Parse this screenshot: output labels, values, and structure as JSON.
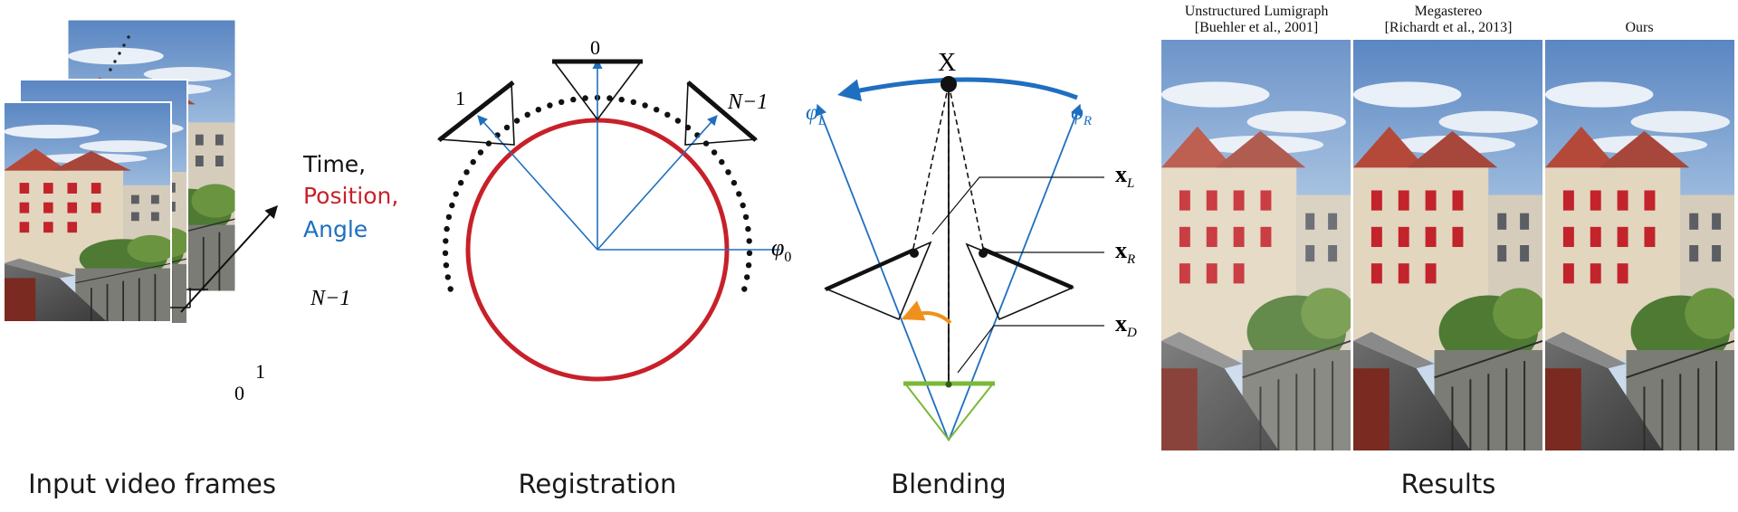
{
  "captions": {
    "input": "Input video frames",
    "registration": "Registration",
    "blending": "Blending",
    "results": "Results"
  },
  "input_panel": {
    "axis_words": [
      "Time,",
      "Position,",
      "Angle"
    ],
    "axis_colors": [
      "#111111",
      "#c8202a",
      "#1f6fc0"
    ],
    "frame_labels": {
      "first": "0",
      "second": "1",
      "last": "N−1"
    }
  },
  "registration": {
    "cam_top": "0",
    "cam_left": "1",
    "cam_right": "N−1",
    "angle_sym": "φ",
    "angle_sub": "0",
    "colors": {
      "circle": "#c8202a",
      "rays": "#1f6fc0",
      "dots": "#111111"
    }
  },
  "blending": {
    "point": "X",
    "phi": "φ",
    "phi_left_sub": "L",
    "phi_right_sub": "R",
    "x_bold": "x",
    "x_left_sub": "L",
    "x_right_sub": "R",
    "x_desired_sub": "D",
    "colors": {
      "arc": "#1f6fc0",
      "arrow": "#f0901c",
      "camera": "#7ab83a"
    }
  },
  "results": {
    "columns": [
      {
        "line1": "Unstructured Lumigraph",
        "line2": "[Buehler et al., 2001]"
      },
      {
        "line1": "Megastereo",
        "line2": "[Richardt et al., 2013]"
      },
      {
        "line1": "",
        "line2": "Ours"
      }
    ]
  }
}
